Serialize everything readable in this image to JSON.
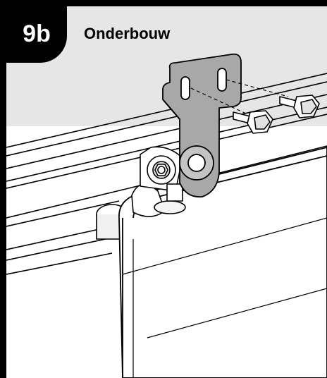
{
  "step": {
    "number": "9b",
    "title": "Onderbouw"
  },
  "illustration": {
    "icon": "bracket-assembly-drawing",
    "parts": [
      "mounting-bracket",
      "hex-screw-1",
      "hex-screw-2",
      "motor-end-cap",
      "cassette-housing",
      "rail"
    ]
  },
  "colors": {
    "frame": "#000000",
    "header_band": "#e4e4e4",
    "bracket_fill": "#a8a8a8"
  }
}
